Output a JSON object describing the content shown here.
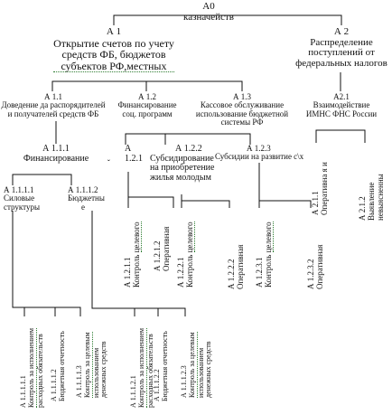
{
  "root": {
    "id": "A0",
    "title": "казначейств"
  },
  "a1": {
    "id": "А 1",
    "l1": "Открытие счетов по учету",
    "l2": "средств ФБ, бюджетов",
    "l3": "субъектов РФ,местных"
  },
  "a2": {
    "id": "А 2",
    "l1": "Распределение",
    "l2": "поступлений от",
    "l3": "федеральных налогов"
  },
  "a11": {
    "id": "А 1.1",
    "l1": "Доведение  да распорядителей",
    "l2": "и получателей  средств ФБ"
  },
  "a12": {
    "id": "А 1.2",
    "l1": "Финансирование",
    "l2": "соц. программ"
  },
  "a13": {
    "id": "А 1.3",
    "l1": "Кассовое обслуживание",
    "l2": "использование бюджетной",
    "l3": "системы РФ"
  },
  "a21": {
    "id": "А2.1",
    "l1": "Взаимодействие",
    "l2": "ИМНС ФНС России"
  },
  "a111": {
    "id": "А 1.1.1",
    "l1": "Финансирование",
    "mark": "ˇ"
  },
  "a121": {
    "l1": "А",
    "l2": "1.2.1"
  },
  "a122": {
    "id": "А 1.2.2",
    "l1": "Субсидирование",
    "l2": "на приобретение",
    "l3": "жилья молодым"
  },
  "a123": {
    "id": "А 1.2.3",
    "l1": "Субсидии на развитие с\\х"
  },
  "a1111": {
    "id": "А 1.1.1.1",
    "l1": "Силовые",
    "l2": "структуры"
  },
  "a1112": {
    "id": "А 1.1.1.2",
    "l1": "Бюджетны",
    "l2": "е"
  },
  "mid": {
    "a1211": {
      "id": "А 1.2.1.1",
      "l1": "Контроль",
      "l2": "целевого"
    },
    "a1212": {
      "id": "А 1.2.1.2",
      "l1": "Оперативная"
    },
    "a1221": {
      "id": "А 1.2.2.1",
      "l1": "Контроль",
      "l2": "целевого"
    },
    "a1222": {
      "id": "А 1.2.2.2",
      "l1": "Оперативная"
    },
    "a1231": {
      "id": "А 1.2.3.1",
      "l1": "Контроль",
      "l2": "целевого"
    },
    "a1232": {
      "id": "А 1.2.3.2",
      "l1": "Оперативная"
    }
  },
  "a211": {
    "id": "А 2.1.1",
    "l1": "Оперативна",
    "l2": "я и"
  },
  "a212": {
    "id": "А 2.1.2",
    "l1": "Выявление",
    "l2": "невыясненны"
  },
  "bottom": {
    "a11111": {
      "id": "А 1.1.1.1.1",
      "l1": "Контроль за исполнением",
      "l2": "расходных обязательств"
    },
    "a11112": {
      "id": "А 1.1.1.1.2",
      "l1": "Бюджетная отчетность"
    },
    "a11113": {
      "id": "А 1.1.1.1.3",
      "l1": "Контроль за целевым",
      "l2": "использованием",
      "l3": "денежных средств"
    },
    "a11121": {
      "id": "А 1.1.1.2.1",
      "l1": "Контроль за исполнением",
      "l2": "расходных обязательств"
    },
    "a11122": {
      "id": "А 1.1.1.2.2",
      "l1": "Бюджетная отчетность"
    },
    "a11123": {
      "id": "А 1.1.1.2.3",
      "l1": "Контроль за целевым",
      "l2": "использованием",
      "l3": "денежных средств"
    }
  }
}
